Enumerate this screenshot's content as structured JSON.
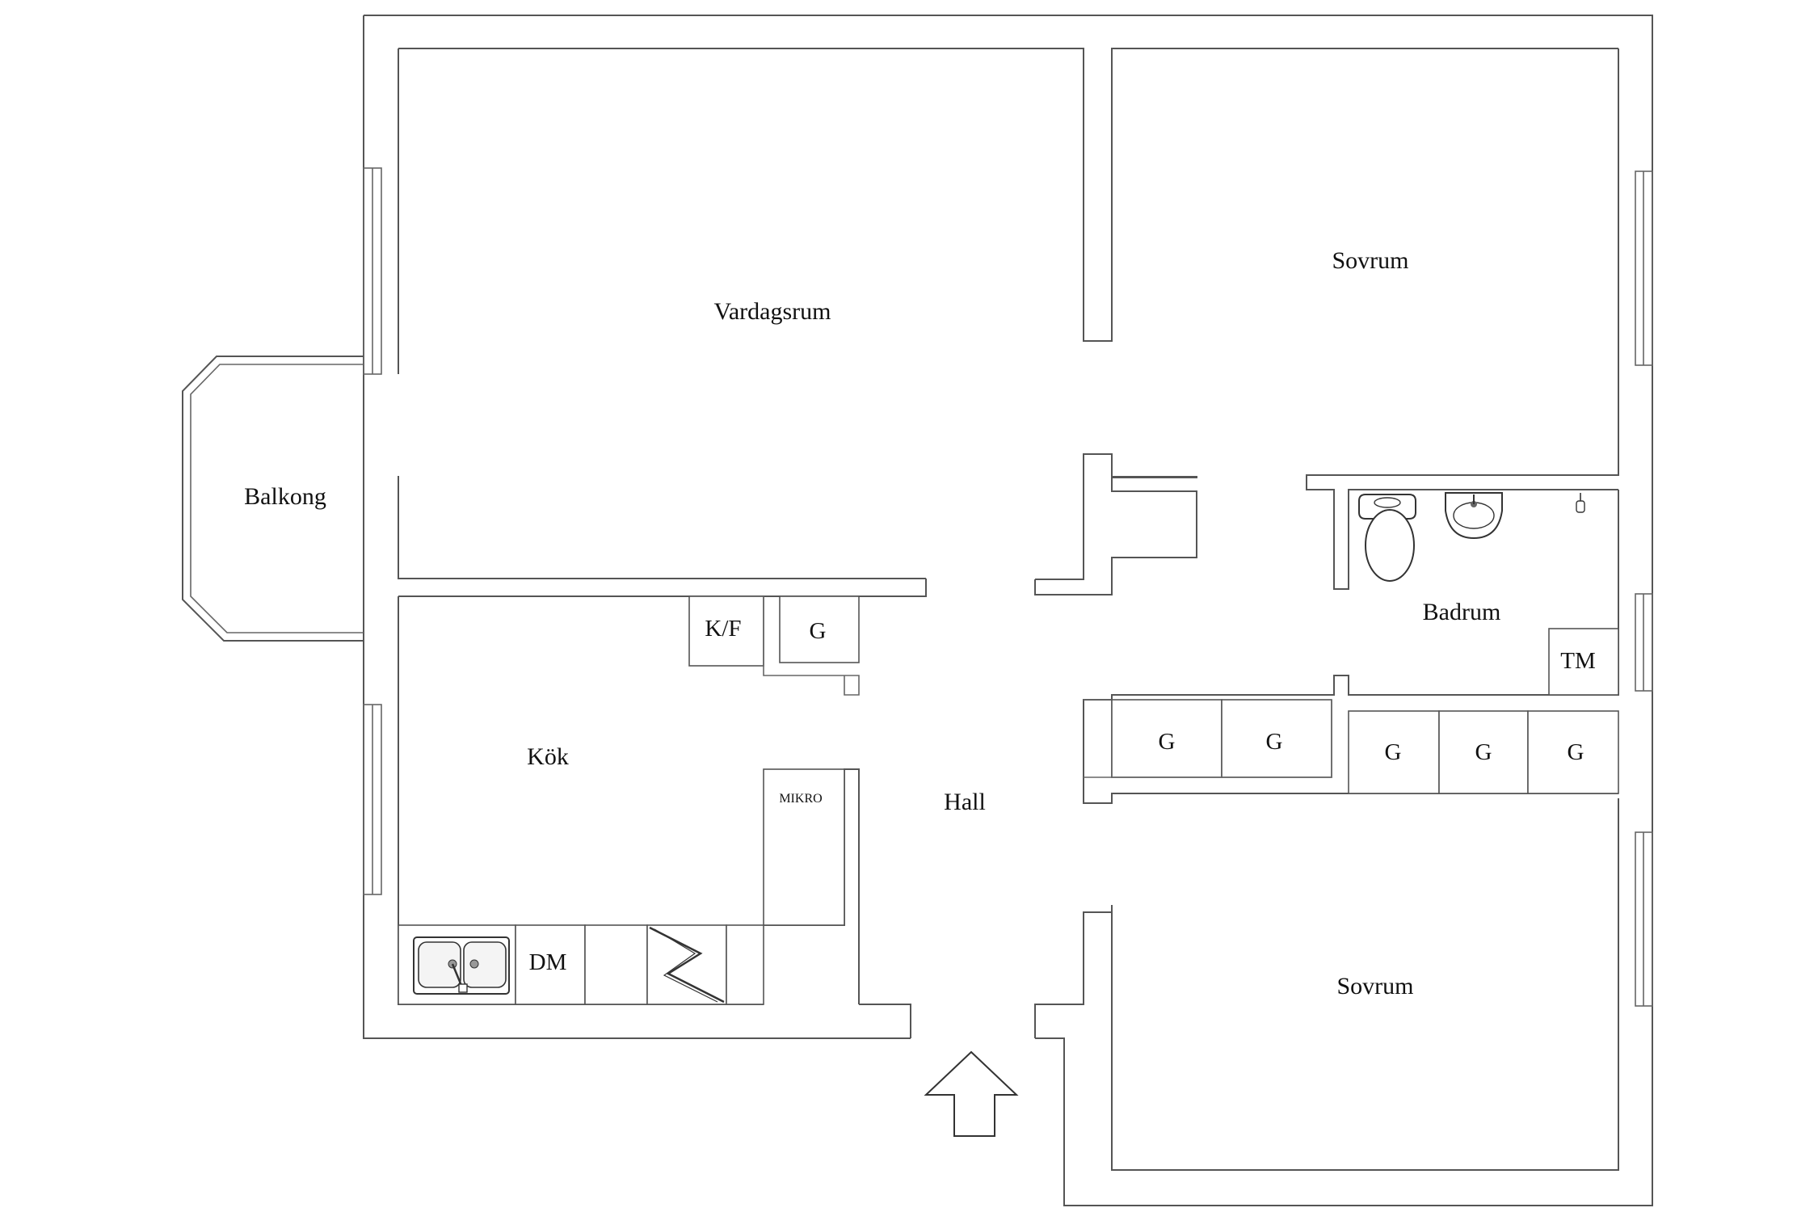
{
  "rooms": {
    "vardagsrum": "Vardagsrum",
    "sovrum_top": "Sovrum",
    "sovrum_bottom": "Sovrum",
    "balkong": "Balkong",
    "kok": "Kök",
    "hall": "Hall",
    "badrum": "Badrum"
  },
  "fixtures": {
    "kf": "K/F",
    "g_kitchen": "G",
    "mikro": "MIKRO",
    "dm": "DM",
    "tm": "TM",
    "g_wardrobes": [
      "G",
      "G",
      "G",
      "G",
      "G"
    ]
  },
  "icons": [
    "double-sink",
    "stove",
    "toilet",
    "washbasin",
    "tap",
    "entrance-arrow"
  ]
}
